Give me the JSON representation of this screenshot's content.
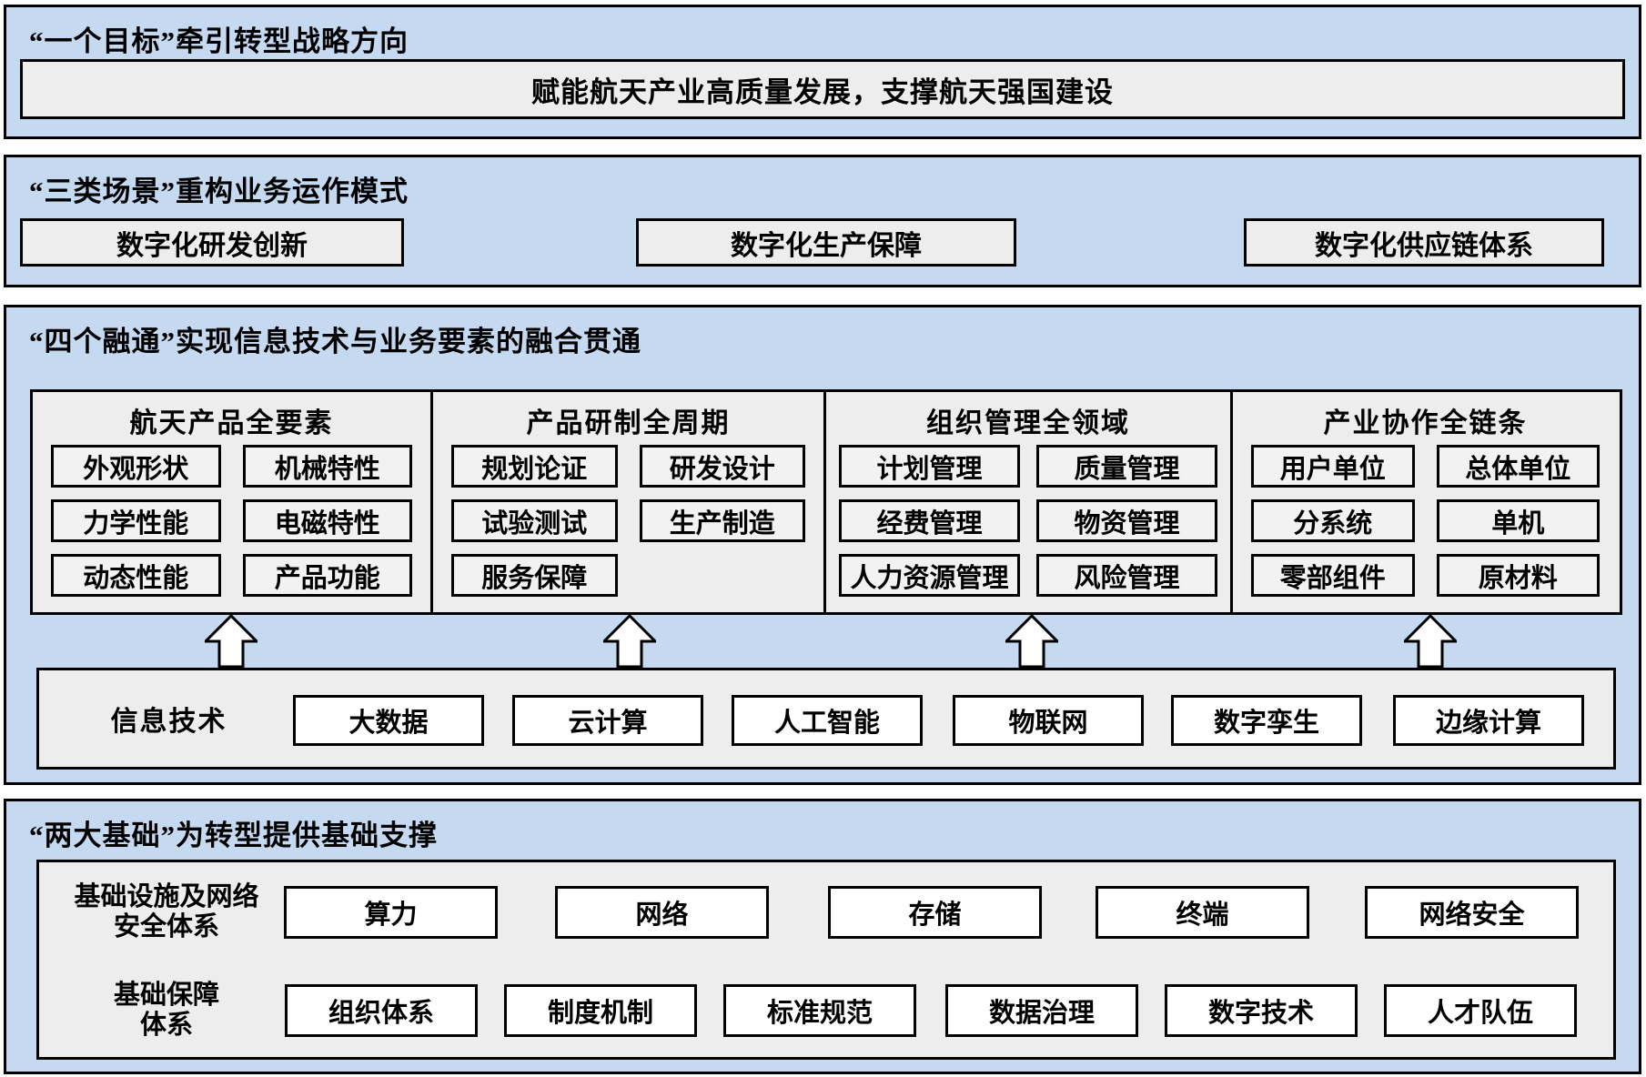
{
  "sections": {
    "goal": {
      "title": "“一个目标”牵引转型战略方向",
      "content": "赋能航天产业高质量发展，支撑航天强国建设"
    },
    "scenarios": {
      "title": "“三类场景”重构业务运作模式",
      "items": [
        "数字化研发创新",
        "数字化生产保障",
        "数字化供应链体系"
      ]
    },
    "integration": {
      "title": "“四个融通”实现信息技术与业务要素的融合贯通",
      "columns": [
        {
          "header": "航天产品全要素",
          "items": [
            "外观形状",
            "机械特性",
            "力学性能",
            "电磁特性",
            "动态性能",
            "产品功能"
          ]
        },
        {
          "header": "产品研制全周期",
          "items": [
            "规划论证",
            "研发设计",
            "试验测试",
            "生产制造",
            "服务保障"
          ]
        },
        {
          "header": "组织管理全领域",
          "items": [
            "计划管理",
            "质量管理",
            "经费管理",
            "物资管理",
            "人力资源管理",
            "风险管理"
          ]
        },
        {
          "header": "产业协作全链条",
          "items": [
            "用户单位",
            "总体单位",
            "分系统",
            "单机",
            "零部组件",
            "原材料"
          ]
        }
      ],
      "tech_bar": {
        "label": "信息技术",
        "items": [
          "大数据",
          "云计算",
          "人工智能",
          "物联网",
          "数字孪生",
          "边缘计算"
        ]
      }
    },
    "foundation": {
      "title": "“两大基础”为转型提供基础支撑",
      "rows": [
        {
          "label": "基础设施及网络安全体系",
          "label_lines": [
            "基础设施及网络",
            "安全体系"
          ],
          "items": [
            "算力",
            "网络",
            "存储",
            "终端",
            "网络安全"
          ]
        },
        {
          "label": "基础保障体系",
          "label_lines": [
            "基础保障",
            "体系"
          ],
          "items": [
            "组织体系",
            "制度机制",
            "标准规范",
            "数据治理",
            "数字技术",
            "人才队伍"
          ]
        }
      ]
    }
  },
  "colors": {
    "section_bg": "#c5d9f1",
    "panel_bg": "#ededed",
    "cell_bg": "#f2f2f2",
    "white_box_bg": "#ffffff",
    "border": "#000000"
  }
}
